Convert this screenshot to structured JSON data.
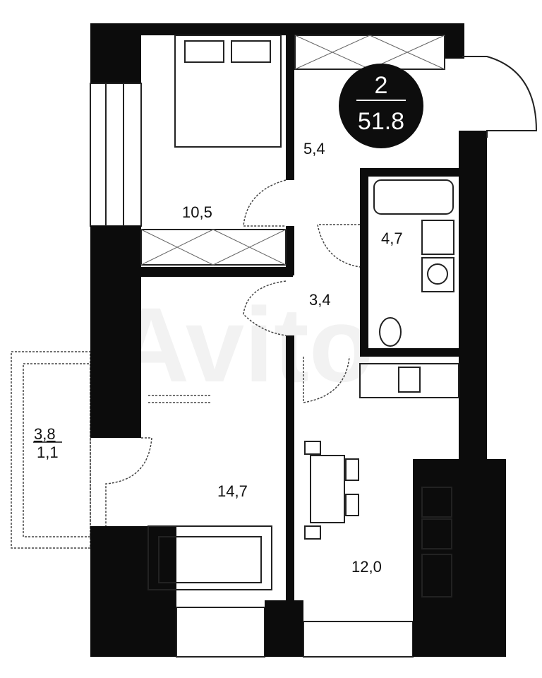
{
  "plan": {
    "rooms_count": "2",
    "total_area": "51.8",
    "rooms": {
      "bedroom": "10,5",
      "hall_top": "5,4",
      "bathroom": "4,7",
      "corridor": "3,4",
      "living_room": "14,7",
      "kitchen": "12,0",
      "balcony_area": "3,8",
      "balcony_coef": "1,1"
    },
    "watermark": "Avito"
  }
}
